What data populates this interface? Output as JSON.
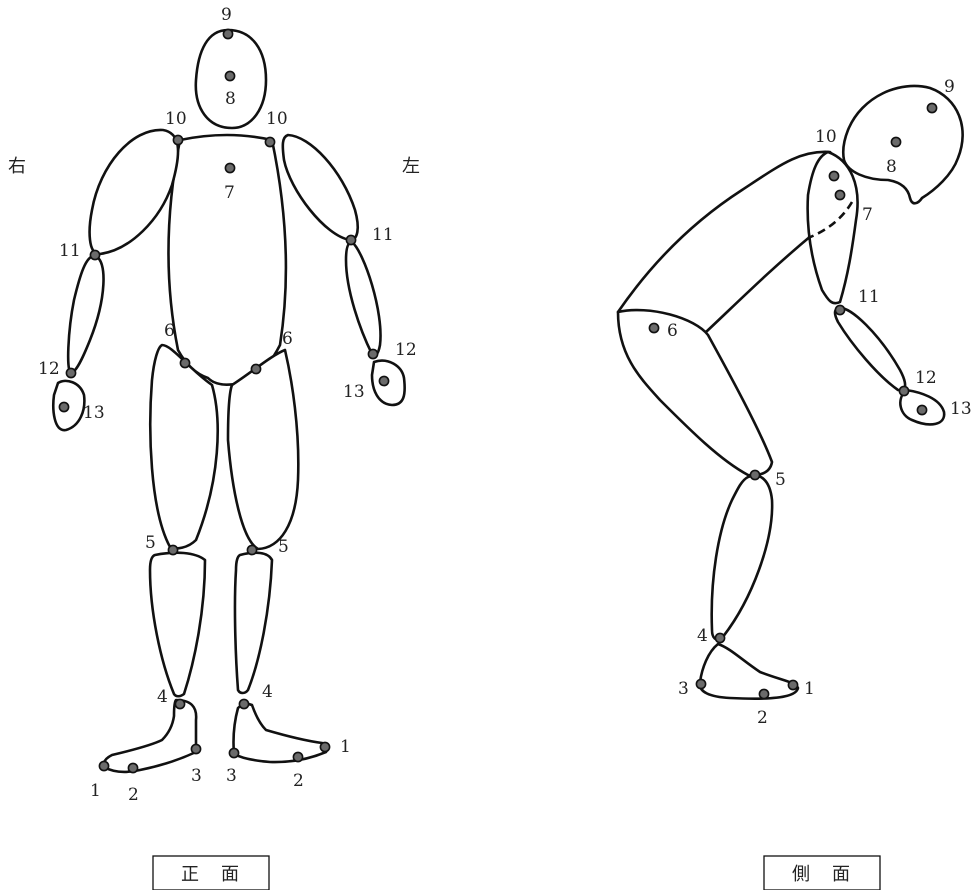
{
  "side_labels": {
    "right": "右",
    "left": "左"
  },
  "captions": {
    "front": "正　面",
    "side": "側　面"
  },
  "front_labels": {
    "head_top": "9",
    "head": "8",
    "shoulder_r": "10",
    "shoulder_l": "10",
    "torso": "7",
    "elbow_r": "11",
    "elbow_l": "11",
    "wrist_r": "12",
    "wrist_l": "12",
    "hand_r": "13",
    "hand_l": "13",
    "hip_r": "6",
    "hip_l": "6",
    "knee_r": "5",
    "knee_l": "5",
    "ankle_r": "4",
    "ankle_l": "4",
    "toe_r": "1",
    "toe_l": "1",
    "sole_r": "2",
    "sole_l": "2",
    "heel_r": "3",
    "heel_l": "3"
  },
  "side_view_labels": {
    "head_top": "9",
    "head": "8",
    "shoulder": "10",
    "torso": "7",
    "elbow": "11",
    "wrist": "12",
    "hand": "13",
    "hip": "6",
    "knee": "5",
    "ankle": "4",
    "heel": "3",
    "sole": "2",
    "toe": "1"
  },
  "colors": {
    "outline": "#111111",
    "marker": "#6b6b6b",
    "text": "#222222"
  }
}
